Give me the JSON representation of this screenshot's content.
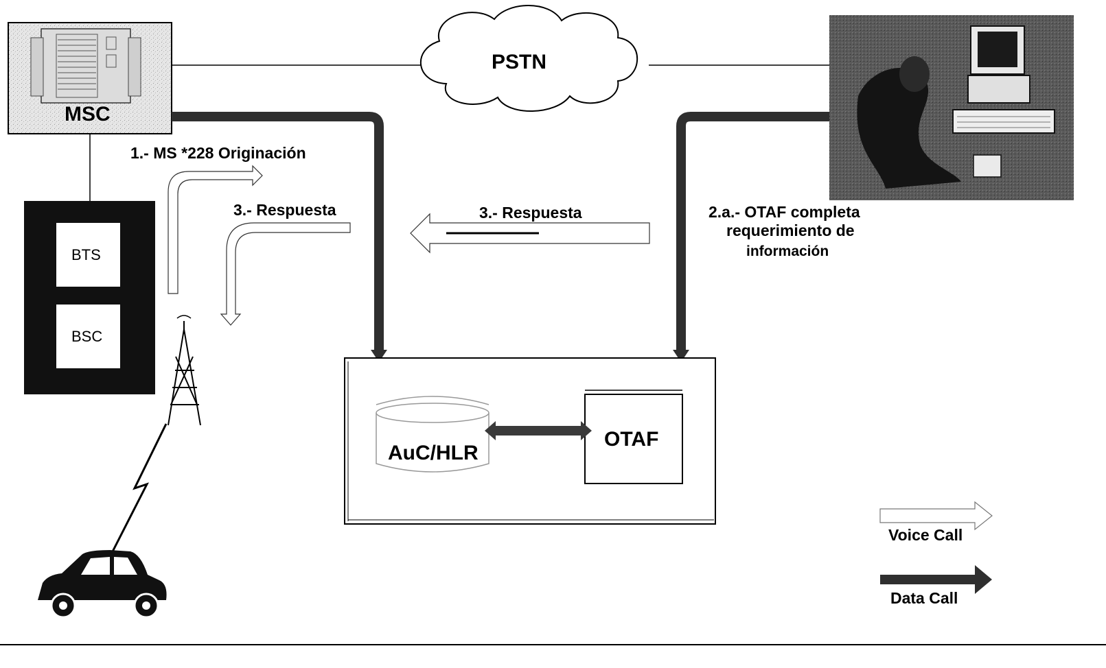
{
  "nodes": {
    "msc": "MSC",
    "pstn": "PSTN",
    "bts": "BTS",
    "bsc": "BSC",
    "auc_hlr": "AuC/HLR",
    "otaf": "OTAF"
  },
  "messages": {
    "step1": "1.- MS *228 Originación",
    "step3_left": "3.- Respuesta",
    "step3_mid": "3.- Respuesta",
    "step2a_line1": "2.a.- OTAF completa",
    "step2a_line2": "requerimiento de",
    "step2a_line3": "información"
  },
  "legend": {
    "voice_call": "Voice Call",
    "data_call": "Data Call"
  },
  "icons": [
    "msc-switch-icon",
    "cloud-icon",
    "operator-workstation-icon",
    "antenna-tower-icon",
    "lightning-icon",
    "car-icon",
    "database-icon"
  ],
  "colors": {
    "line": "#000000",
    "data_link": "#2f2f2f",
    "box_fill": "#ffffff",
    "bts_bsc_frame": "#111111"
  }
}
